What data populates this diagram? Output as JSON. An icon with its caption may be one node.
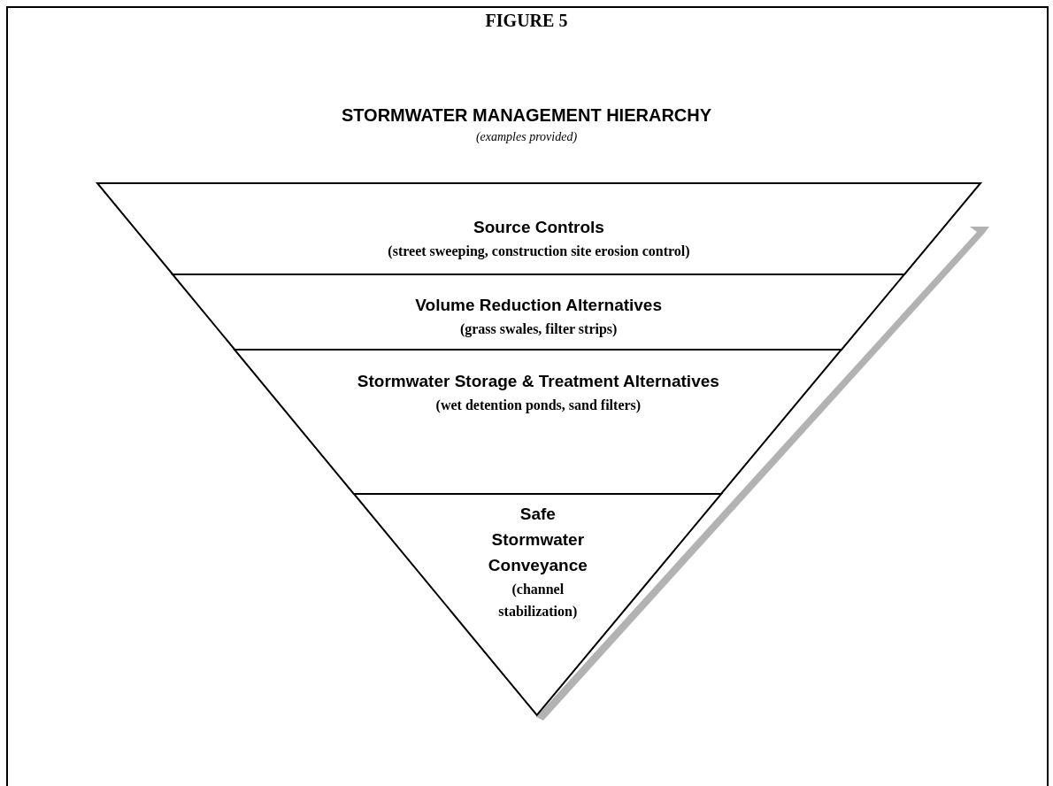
{
  "diagram": {
    "title": "STORMWATER MANAGEMENT HIERARCHY",
    "nodes": [
      {
        "text": [
          "Source Controls",
          "(street sweeping, construction site erosion control)"
        ]
      },
      {
        "text": [
          "Volume Reduction Alternatives",
          "(grass swales, filter strips)"
        ]
      },
      {
        "text": [
          "Stormwater Storage & Treatment Alternatives",
          "(wet detention ponds, sand filters)"
        ]
      },
      {
        "text": [
          "Safe Stormwater Conveyance",
          "(channel stabilization)"
        ]
      }
    ],
    "labels": [
      "FIGURE 5",
      "(examples provided)"
    ]
  }
}
